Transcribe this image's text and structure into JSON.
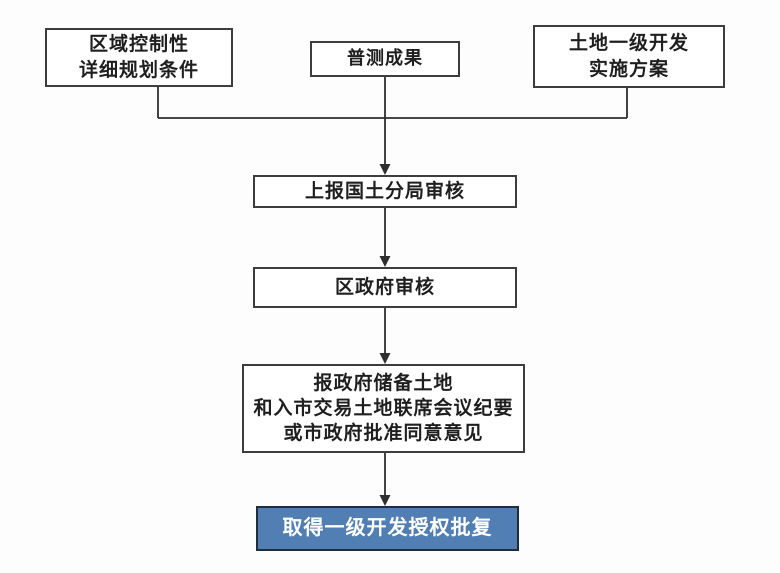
{
  "colors": {
    "bg": "#fdfdfd",
    "box-border": "#3d3d3d",
    "line": "#2e2e2e",
    "text": "#1f1f1f",
    "accent": "#527fb3",
    "accent-border": "#1f2d3d",
    "text-on-accent": "#ffffff"
  },
  "flowchart": {
    "type": "flow-diagram",
    "nodes": {
      "planning": {
        "lines": [
          "区域控制性",
          "详细规划条件"
        ]
      },
      "survey": {
        "lines": [
          "普测成果"
        ]
      },
      "devplan": {
        "lines": [
          "土地一级开发",
          "实施方案"
        ]
      },
      "bureau_review": {
        "lines": [
          "上报国土分局审核"
        ]
      },
      "district_review": {
        "lines": [
          "区政府审核"
        ]
      },
      "meeting": {
        "lines": [
          "报政府储备土地",
          "和入市交易土地联席会议纪要",
          "或市政府批准同意意见"
        ]
      },
      "final": {
        "lines": [
          "取得一级开发授权批复"
        ]
      }
    }
  }
}
